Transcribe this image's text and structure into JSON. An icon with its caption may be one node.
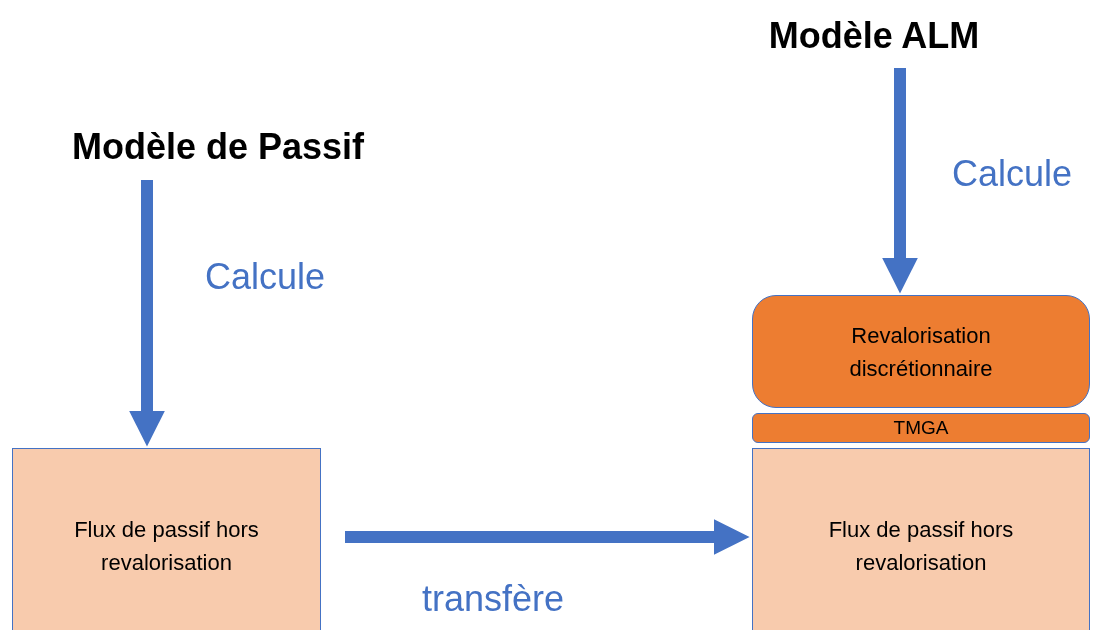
{
  "diagram": {
    "nodes": [
      {
        "text": [
          "Modèle de Passif"
        ]
      },
      {
        "text": [
          "Flux de passif hors revalorisation"
        ]
      },
      {
        "text": [
          "Modèle ALM"
        ]
      },
      {
        "text": [
          "Revalorisation discrétionnaire"
        ]
      },
      {
        "text": [
          "TMGA"
        ]
      },
      {
        "text": [
          "Flux de passif hors revalorisation"
        ]
      }
    ],
    "edges": [
      {
        "from": 0,
        "to": 1,
        "arrow": "to",
        "label": "Calcule"
      },
      {
        "from": 2,
        "to": 3,
        "arrow": "to",
        "label": "Calcule"
      },
      {
        "from": 1,
        "to": 5,
        "arrow": "to",
        "label": "transfère"
      }
    ]
  }
}
